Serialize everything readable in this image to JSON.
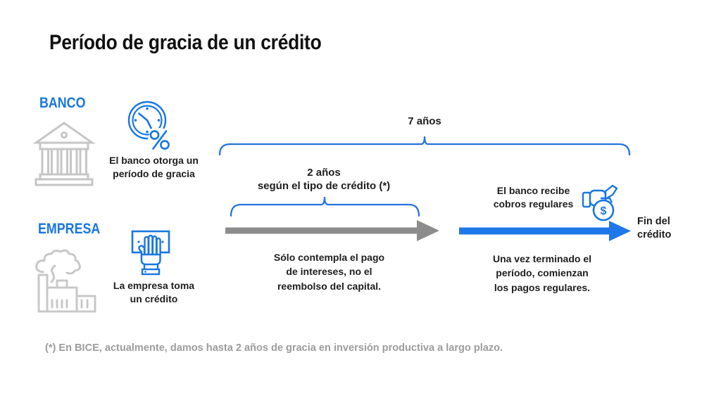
{
  "title": "Período de gracia de un crédito",
  "colors": {
    "accent_blue": "#1876E2",
    "brace_blue": "#2673DF",
    "arrow_blue": "#1E78EA",
    "arrow_gray": "#8C8C8C",
    "icon_gray": "#C6C6C6",
    "text_dark": "#1D1D1D",
    "footnote_gray": "#9C9C9C"
  },
  "actors": {
    "banco": {
      "label": "BANCO",
      "icon": "bank-icon",
      "step_icon": "clock-percent-icon",
      "caption": "El banco otorga un\nperíodo de gracia"
    },
    "empresa": {
      "label": "EMPRESA",
      "icon": "factory-icon",
      "step_icon": "hand-money-icon",
      "caption": "La empresa toma\nun crédito"
    }
  },
  "timeline": {
    "total_span_label": "7 años",
    "grace_span_label": "2 años\nsegún el tipo de crédito (*)",
    "grace_note": "Sólo contempla el pago\nde intereses, no el\nreembolso del capital.",
    "collect_label": "El banco recibe\ncobros regulares",
    "collect_icon": "money-bag-icon",
    "post_note": "Una vez terminado el\nperíodo, comienzan\nlos pagos regulares.",
    "end_label": "Fin del\ncrédito"
  },
  "footnote": "(*) En BICE, actualmente, damos hasta 2 años de gracia en inversión productiva a largo plazo."
}
